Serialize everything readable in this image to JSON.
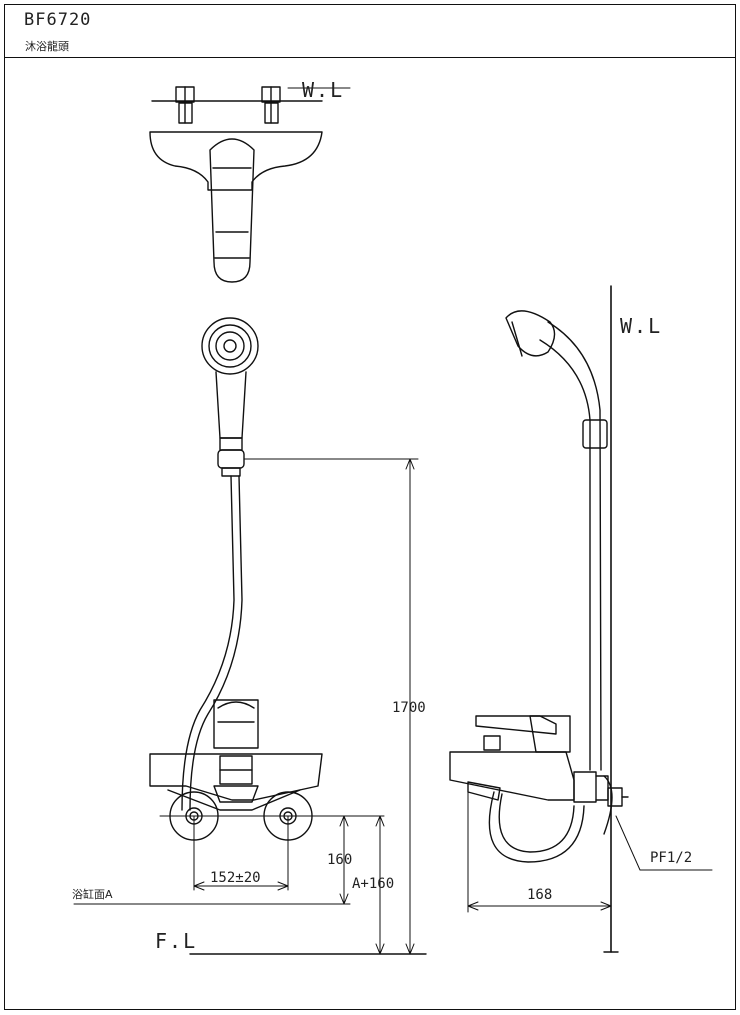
{
  "title_block": {
    "model": "BF6720",
    "product_name": "沐浴龍頭"
  },
  "labels": {
    "wall_line_top": "W.L",
    "wall_line_side": "W.L",
    "floor_line": "F.L",
    "bath_rim": "浴缸面A",
    "pipe_thread": "PF1/2"
  },
  "dimensions": {
    "total_height": "1700",
    "centers": "152±20",
    "rim_offset": "160",
    "mount_height": "A+160",
    "depth": "168"
  }
}
